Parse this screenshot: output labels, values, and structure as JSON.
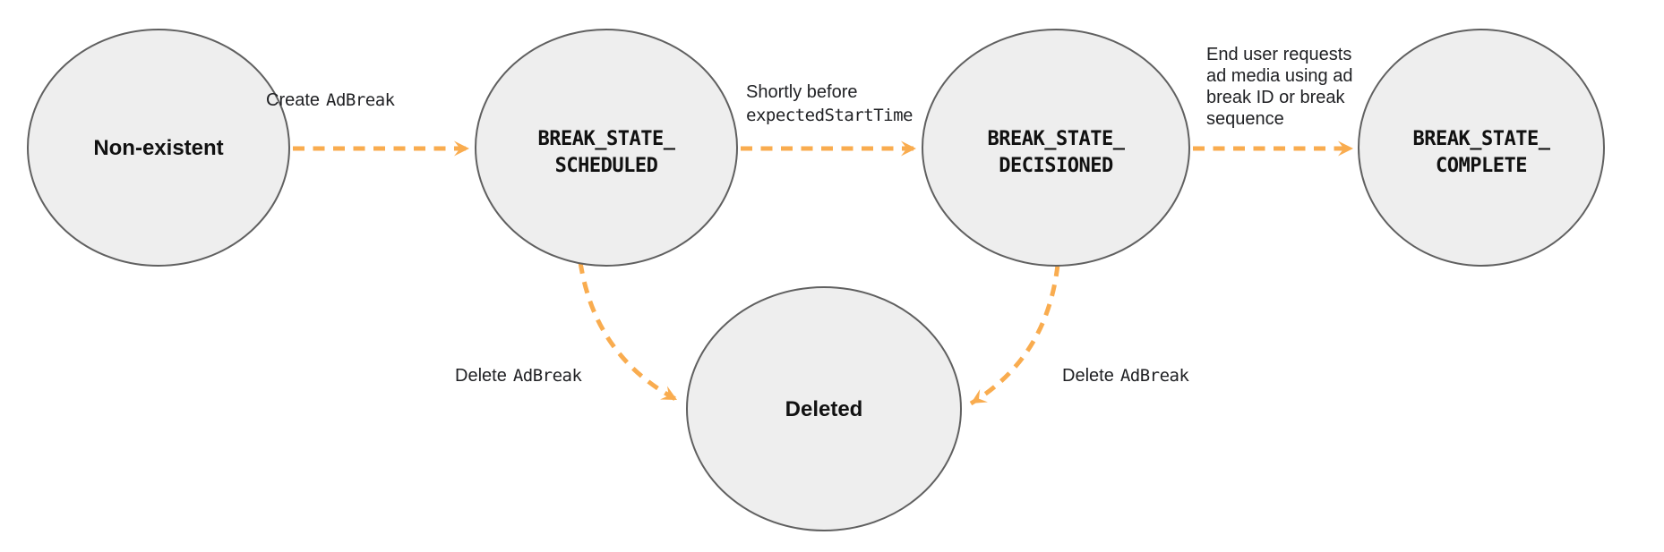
{
  "colors": {
    "arrow": "#F9AC4F",
    "node_fill": "#EEEEEE",
    "node_stroke": "#606060",
    "text": "#202124"
  },
  "nodes": [
    {
      "id": "non-existent",
      "label": "Non-existent"
    },
    {
      "id": "break-state-scheduled",
      "line1": "BREAK_STATE_",
      "line2": "SCHEDULED"
    },
    {
      "id": "break-state-decisioned",
      "line1": "BREAK_STATE_",
      "line2": "DECISIONED"
    },
    {
      "id": "break-state-complete",
      "line1": "BREAK_STATE_",
      "line2": "COMPLETE"
    },
    {
      "id": "deleted",
      "label": "Deleted"
    }
  ],
  "edges": {
    "create": {
      "prefix": "Create",
      "code": "AdBreak"
    },
    "shortly": {
      "line1": "Shortly before",
      "line2_code": "expectedStartTime"
    },
    "end_user": {
      "lines": [
        "End user requests",
        "ad media using ad",
        "break ID or break",
        "sequence"
      ]
    },
    "delete_left": {
      "prefix": "Delete",
      "code": "AdBreak"
    },
    "delete_right": {
      "prefix": "Delete",
      "code": "AdBreak"
    }
  }
}
